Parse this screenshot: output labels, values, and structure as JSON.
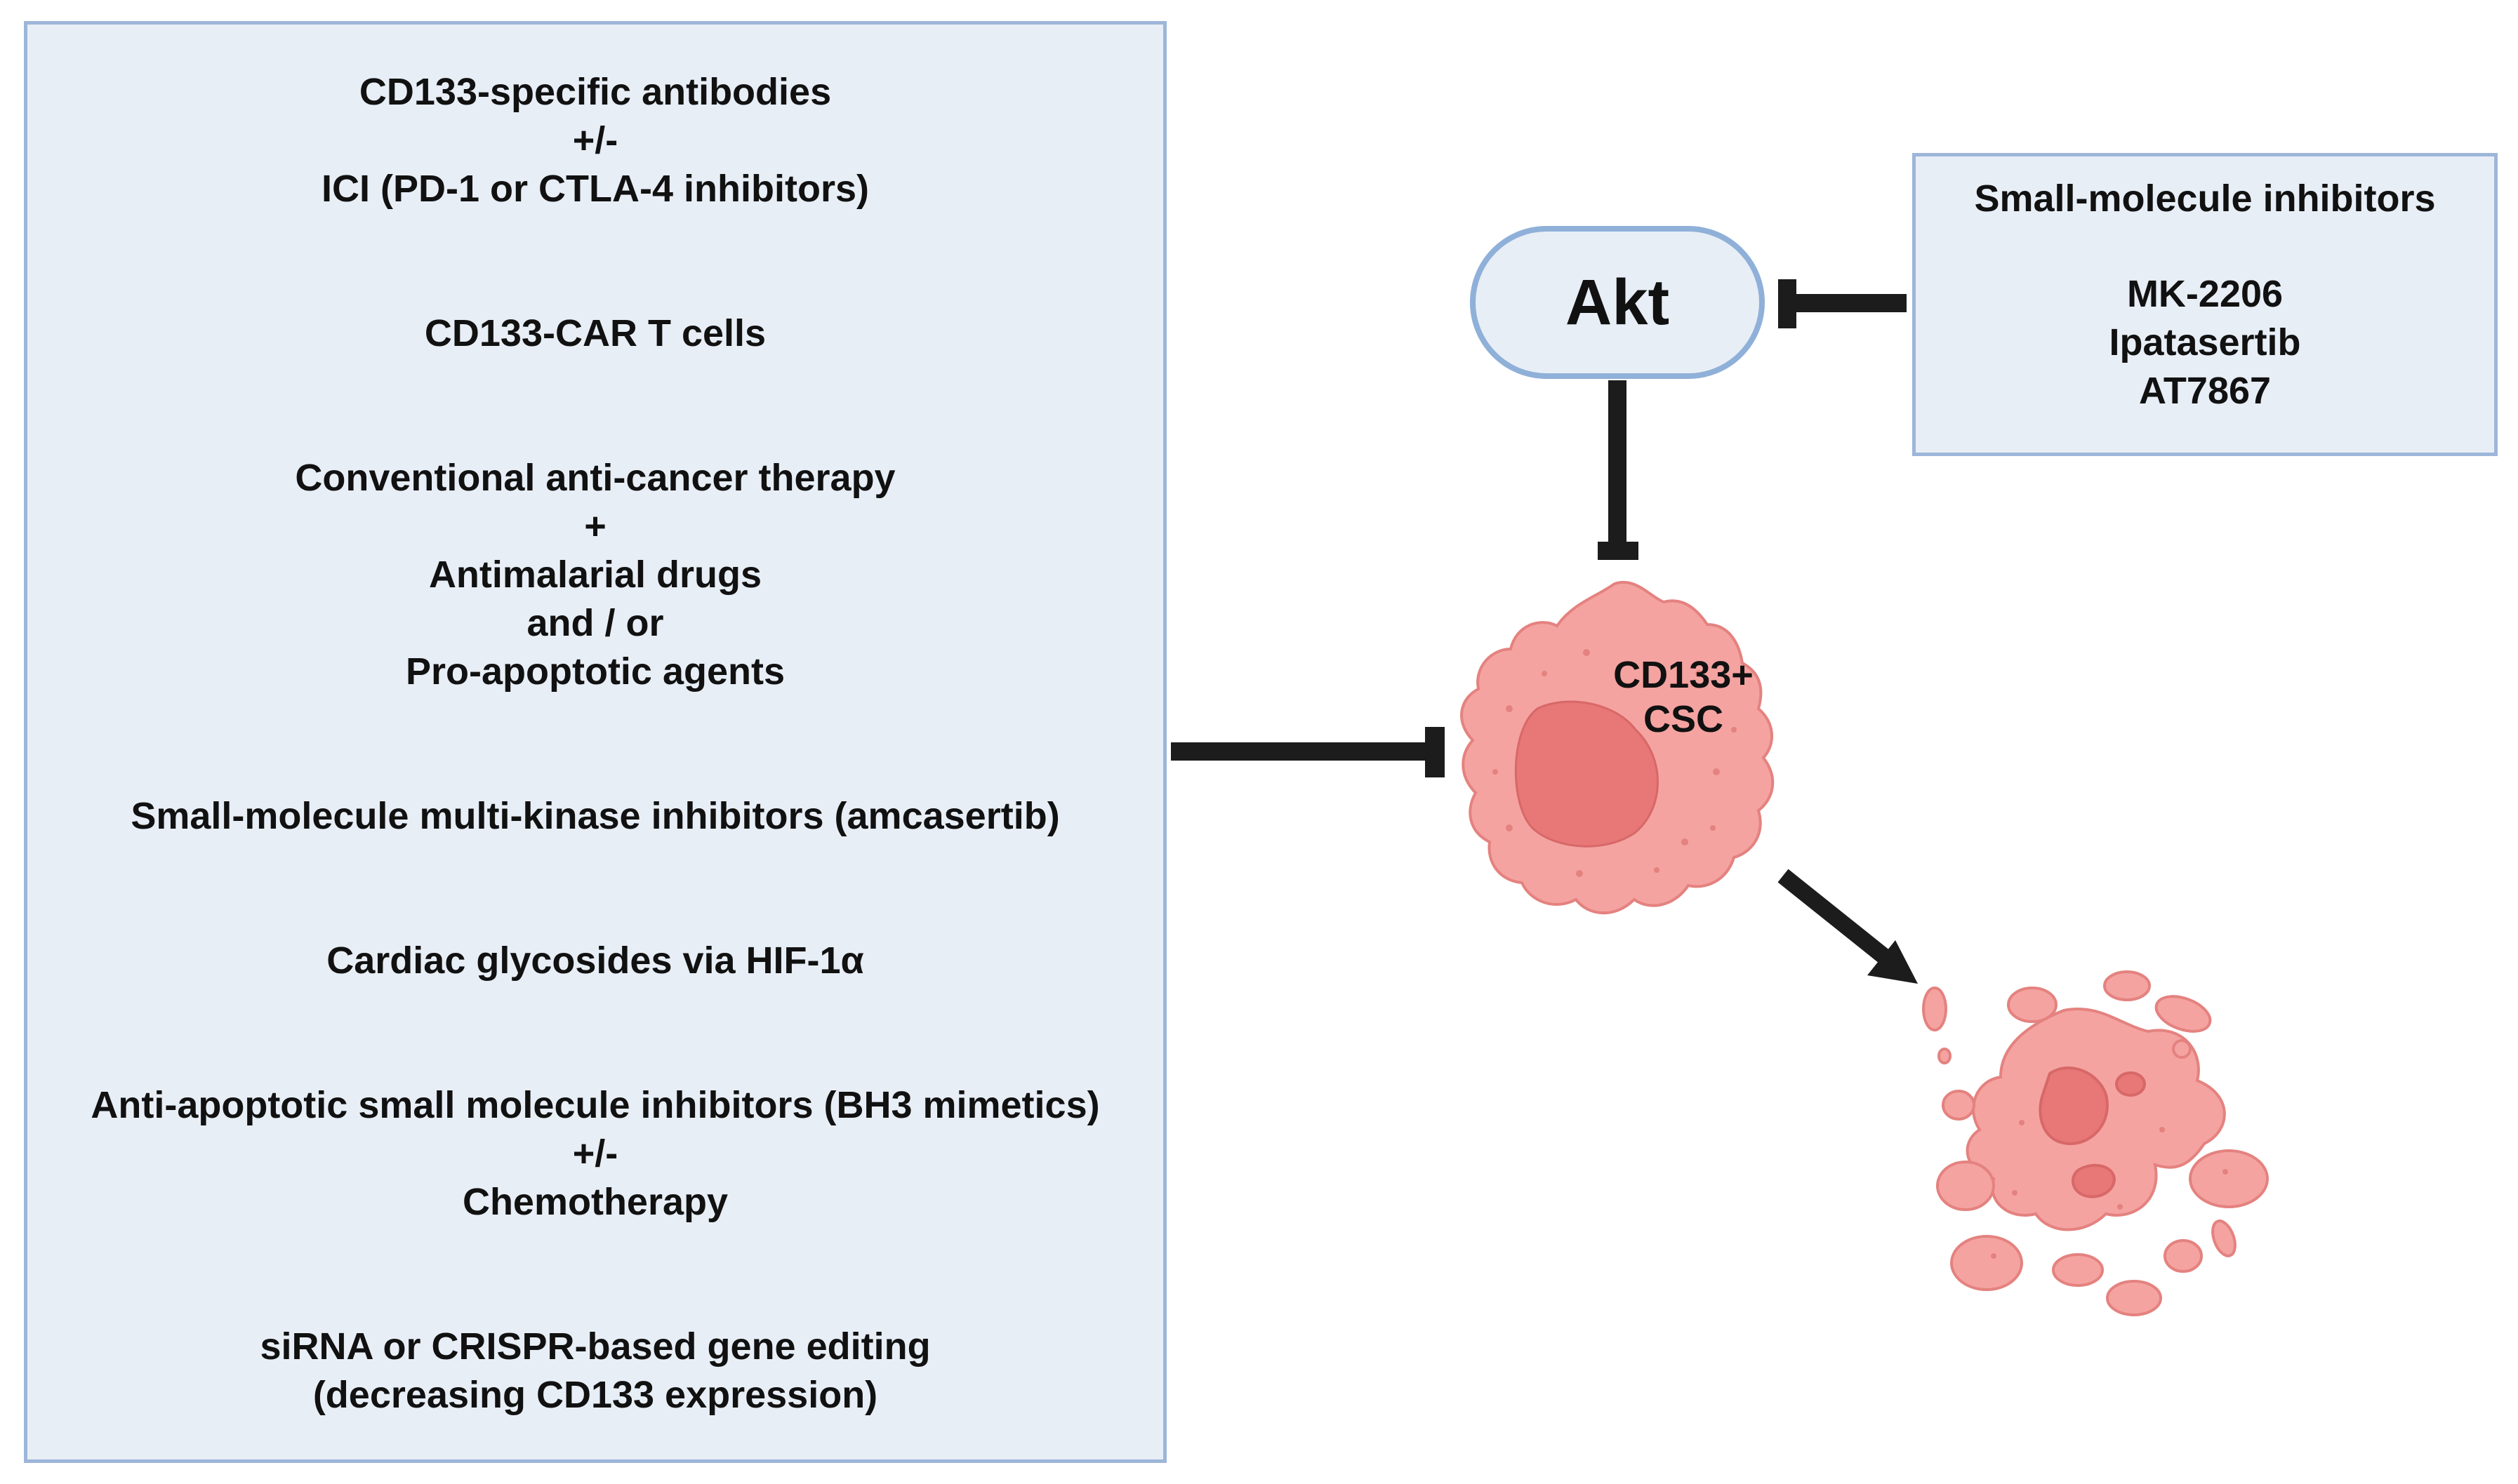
{
  "left_panel": {
    "groups": [
      {
        "lines": [
          "CD133-specific antibodies",
          "+/-",
          "ICI (PD-1 or CTLA-4 inhibitors)"
        ]
      },
      {
        "lines": [
          "CD133-CAR T cells"
        ]
      },
      {
        "lines": [
          "Conventional anti-cancer therapy",
          "+",
          "Antimalarial drugs",
          "and / or",
          "Pro-apoptotic agents"
        ]
      },
      {
        "lines": [
          "Small-molecule multi-kinase inhibitors (amcasertib)"
        ]
      },
      {
        "lines": [
          "Cardiac glycosides via HIF-1α"
        ]
      },
      {
        "lines": [
          "Anti-apoptotic small molecule inhibitors (BH3 mimetics)",
          "+/-",
          "Chemotherapy"
        ]
      },
      {
        "lines": [
          "siRNA or CRISPR-based gene editing",
          "(decreasing CD133 expression)"
        ]
      }
    ]
  },
  "right_panel": {
    "title": "Small-molecule inhibitors",
    "drugs": [
      "MK-2206",
      "Ipatasertib",
      "AT7867"
    ]
  },
  "akt": {
    "label": "Akt"
  },
  "cell": {
    "label_line1": "CD133+",
    "label_line2": "CSC"
  },
  "colors": {
    "panel_fill": "#e8eef6",
    "panel_border": "#9db6d9",
    "cell_fill": "#f4a3a1",
    "nucleus_fill": "#e87878",
    "arrow": "#1c1c1c"
  }
}
